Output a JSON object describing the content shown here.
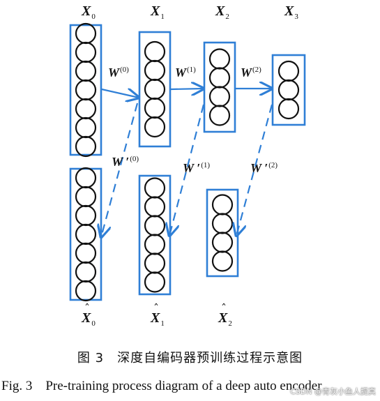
{
  "colors": {
    "box": "#2f7fd6",
    "neuron": "#111111",
    "arrow": "#2f7fd6"
  },
  "layers_top": [
    {
      "id": "X0",
      "label": "X",
      "sub": "0",
      "hat": false,
      "neurons": 7
    },
    {
      "id": "X1",
      "label": "X",
      "sub": "1",
      "hat": false,
      "neurons": 5
    },
    {
      "id": "X2",
      "label": "X",
      "sub": "2",
      "hat": false,
      "neurons": 4
    },
    {
      "id": "X3",
      "label": "X",
      "sub": "3",
      "hat": false,
      "neurons": 3
    }
  ],
  "layers_bottom": [
    {
      "id": "Xhat0",
      "label": "X",
      "sub": "0",
      "hat": true,
      "neurons": 7
    },
    {
      "id": "Xhat1",
      "label": "X",
      "sub": "1",
      "hat": true,
      "neurons": 6
    },
    {
      "id": "Xhat2",
      "label": "X",
      "sub": "2",
      "hat": true,
      "neurons": 4
    }
  ],
  "weights_forward": [
    {
      "base": "W",
      "sup": "(0)"
    },
    {
      "base": "W",
      "sup": "(1)"
    },
    {
      "base": "W",
      "sup": "(2)"
    }
  ],
  "weights_reverse": [
    {
      "base": "W ′",
      "sup": "(0)"
    },
    {
      "base": "W ′",
      "sup": "(1)"
    },
    {
      "base": "W ′",
      "sup": "(2)"
    }
  ],
  "caption_zh": "图 3　深度自编码器预训练过程示意图",
  "caption_en": "Fig. 3　Pre-training process diagram of a deep auto encoder",
  "watermark": "CSDN @青灰小鱼人提真"
}
